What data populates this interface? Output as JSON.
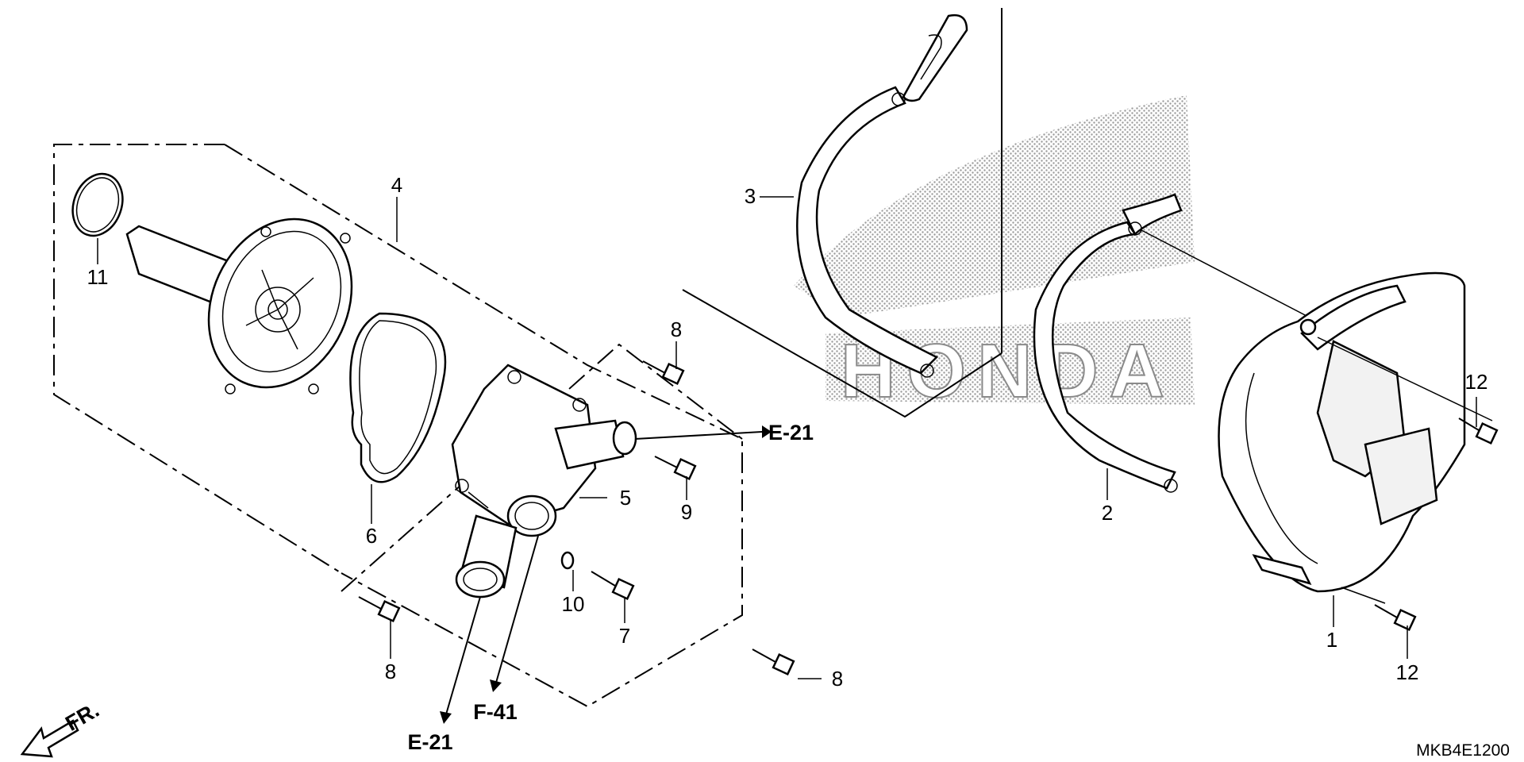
{
  "diagram": {
    "code": "MKB4E1200",
    "front_label": "FR.",
    "watermark_text": "HONDA",
    "callouts": [
      {
        "id": "c1",
        "text": "1"
      },
      {
        "id": "c2",
        "text": "2"
      },
      {
        "id": "c3",
        "text": "3"
      },
      {
        "id": "c4",
        "text": "4"
      },
      {
        "id": "c5",
        "text": "5"
      },
      {
        "id": "c6",
        "text": "6"
      },
      {
        "id": "c7",
        "text": "7"
      },
      {
        "id": "c8a",
        "text": "8"
      },
      {
        "id": "c8b",
        "text": "8"
      },
      {
        "id": "c8c",
        "text": "8"
      },
      {
        "id": "c9",
        "text": "9"
      },
      {
        "id": "c10",
        "text": "10"
      },
      {
        "id": "c11",
        "text": "11"
      },
      {
        "id": "c12a",
        "text": "12"
      },
      {
        "id": "c12b",
        "text": "12"
      }
    ],
    "references": [
      {
        "id": "r1",
        "text": "E-21"
      },
      {
        "id": "r2",
        "text": "F-41"
      },
      {
        "id": "r3",
        "text": "E-21"
      }
    ]
  },
  "colors": {
    "line": "#000000",
    "background": "#ffffff",
    "watermark": "#9a9a9a"
  }
}
